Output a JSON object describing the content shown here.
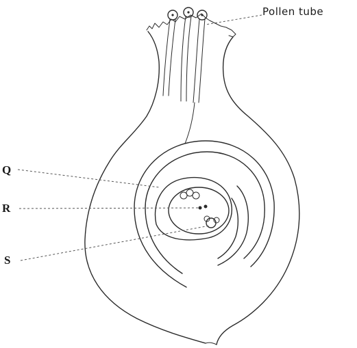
{
  "labels": {
    "pollen_tube": "Pollen tube",
    "q": "Q",
    "r": "R",
    "s": "S"
  },
  "colors": {
    "ink": "#2a2a2a",
    "background": "#ffffff"
  }
}
